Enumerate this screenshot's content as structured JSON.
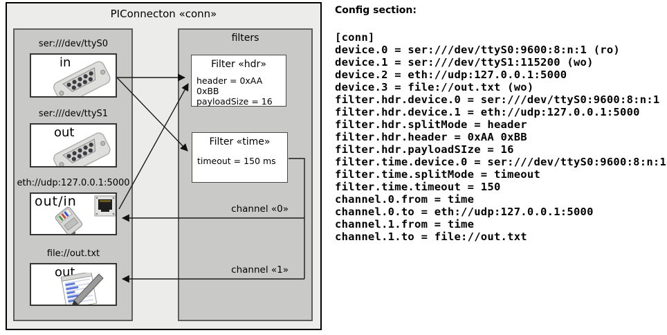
{
  "diagram": {
    "title": "PIConnecton «conn»",
    "devices": [
      {
        "label": "ser:///dev/ttyS0",
        "direction": "in",
        "icon": "serial-connector-icon"
      },
      {
        "label": "ser:///dev/ttyS1",
        "direction": "out",
        "icon": "serial-connector-icon"
      },
      {
        "label": "eth://udp:127.0.0.1:5000",
        "direction": "out/in",
        "icon": "ethernet-connector-icon"
      },
      {
        "label": "file://out.txt",
        "direction": "out",
        "icon": "notepad-pen-icon"
      }
    ],
    "filters_panel": {
      "title": "filters",
      "filters": [
        {
          "title": "Filter «hdr»",
          "attributes": [
            "header = 0xAA 0xBB",
            "payloadSize = 16"
          ]
        },
        {
          "title": "Filter «time»",
          "attributes": [
            "timeout = 150 ms"
          ]
        }
      ],
      "channels": [
        {
          "label": "channel «0»"
        },
        {
          "label": "channel «1»"
        }
      ]
    }
  },
  "config": {
    "heading": "Config section:",
    "lines": [
      "[conn]",
      "device.0 = ser:///dev/ttyS0:9600:8:n:1 (ro)",
      "device.1 = ser:///dev/ttyS1:115200 (wo)",
      "device.2 = eth://udp:127.0.0.1:5000",
      "device.3 = file://out.txt (wo)",
      "filter.hdr.device.0 = ser:///dev/ttyS0:9600:8:n:1",
      "filter.hdr.device.1 = eth://udp:127.0.0.1:5000",
      "filter.hdr.splitMode = header",
      "filter.hdr.header = 0xAA 0xBB",
      "filter.hdr.payloadSIze = 16",
      "filter.time.device.0 = ser:///dev/ttyS0:9600:8:n:1",
      "filter.time.splitMode = timeout",
      "filter.time.timeout = 150",
      "channel.0.from = time",
      "channel.0.to = eth://udp:127.0.0.1:5000",
      "channel.1.from = time",
      "channel.1.to = file://out.txt"
    ]
  },
  "colors": {
    "outer_box_fill": "#ececeb",
    "panel_fill": "#c9c9c8",
    "box_fill": "#ffffff",
    "line_color": "#1a1a1a",
    "text_color": "#000000"
  }
}
